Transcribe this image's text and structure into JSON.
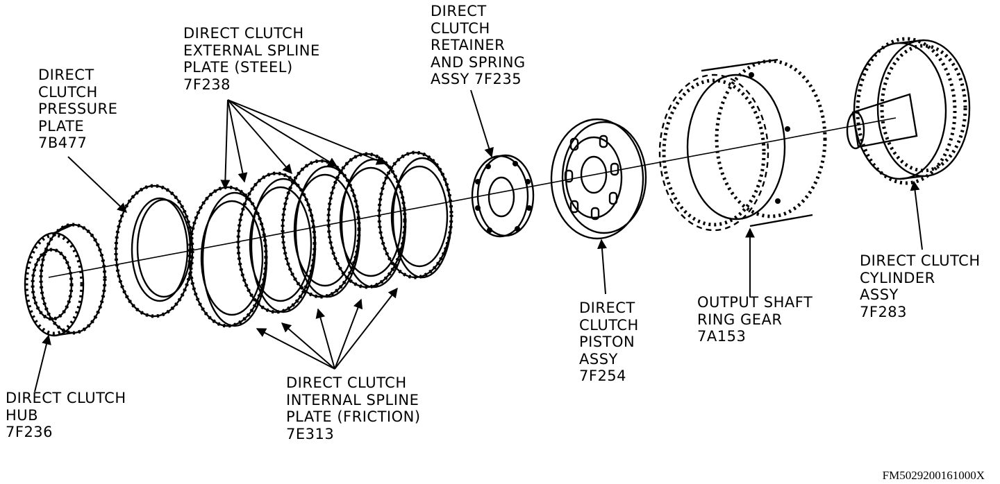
{
  "labels": {
    "pressure_plate": [
      "DIRECT",
      "CLUTCH",
      "PRESSURE",
      "PLATE",
      "7B477"
    ],
    "external_plate": [
      "DIRECT CLUTCH",
      "EXTERNAL SPLINE",
      "PLATE (STEEL)",
      "7F238"
    ],
    "retainer": [
      "DIRECT",
      "CLUTCH",
      "RETAINER",
      "AND SPRING",
      "ASSY 7F235"
    ],
    "hub": [
      "DIRECT CLUTCH",
      "HUB",
      "7F236"
    ],
    "internal_plate": [
      "DIRECT CLUTCH",
      "INTERNAL SPLINE",
      "PLATE (FRICTION)",
      "7E313"
    ],
    "piston": [
      "DIRECT",
      "CLUTCH",
      "PISTON",
      "ASSY",
      "7F254"
    ],
    "ring_gear": [
      "OUTPUT SHAFT",
      "RING GEAR",
      "7A153"
    ],
    "cylinder": [
      "DIRECT CLUTCH",
      "CYLINDER",
      "ASSY",
      "7F283"
    ]
  },
  "figure_ref": "FM5029200161000X"
}
